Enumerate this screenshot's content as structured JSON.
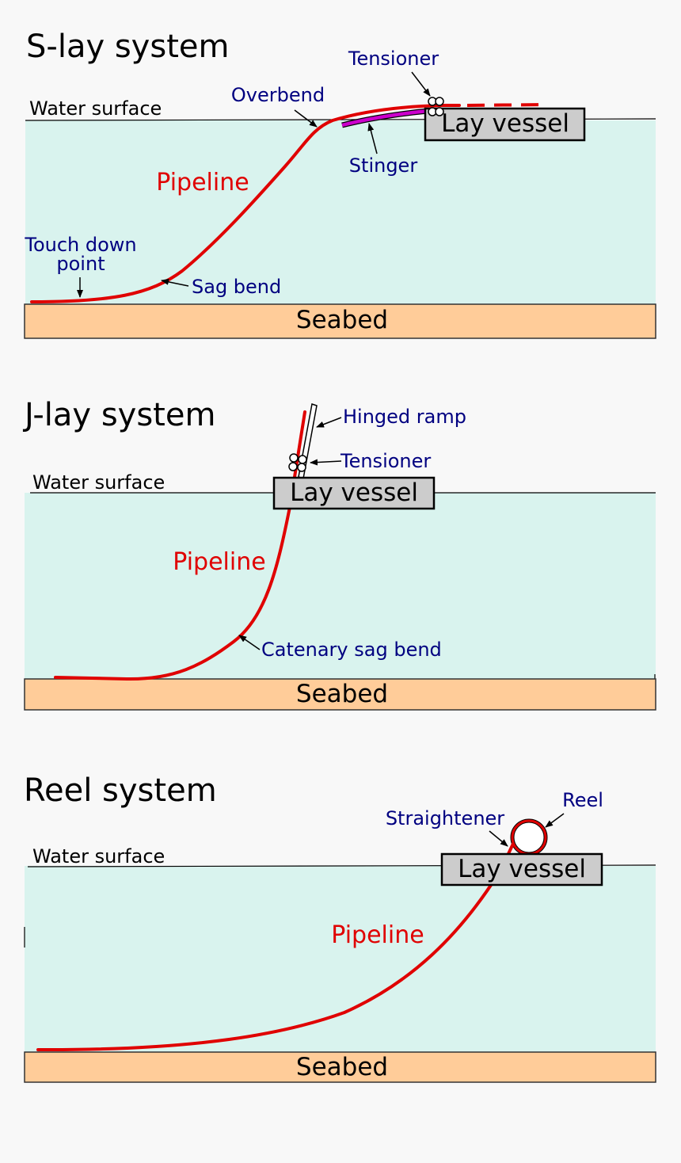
{
  "panels": [
    {
      "title": "S-lay system",
      "water_surface": "Water surface",
      "lay_vessel": "Lay vessel",
      "seabed": "Seabed",
      "pipeline": "Pipeline",
      "labels": {
        "tensioner": "Tensioner",
        "overbend": "Overbend",
        "stinger": "Stinger",
        "touch_down_1": "Touch down",
        "touch_down_2": "point",
        "sag_bend": "Sag bend"
      }
    },
    {
      "title": "J-lay system",
      "water_surface": "Water surface",
      "lay_vessel": "Lay vessel",
      "seabed": "Seabed",
      "pipeline": "Pipeline",
      "labels": {
        "hinged_ramp": "Hinged ramp",
        "tensioner": "Tensioner",
        "catenary_sag_bend": "Catenary sag bend"
      }
    },
    {
      "title": "Reel system",
      "water_surface": "Water surface",
      "lay_vessel": "Lay vessel",
      "seabed": "Seabed",
      "pipeline": "Pipeline",
      "labels": {
        "straightener": "Straightener",
        "reel": "Reel"
      }
    }
  ],
  "colors": {
    "background": "#f8f8f8",
    "water": "#d9f3ee",
    "seabed": "#ffcc99",
    "vessel": "#cccccc",
    "pipeline": "#e00000",
    "stinger": "#cc00cc",
    "label_blue": "#000080"
  }
}
